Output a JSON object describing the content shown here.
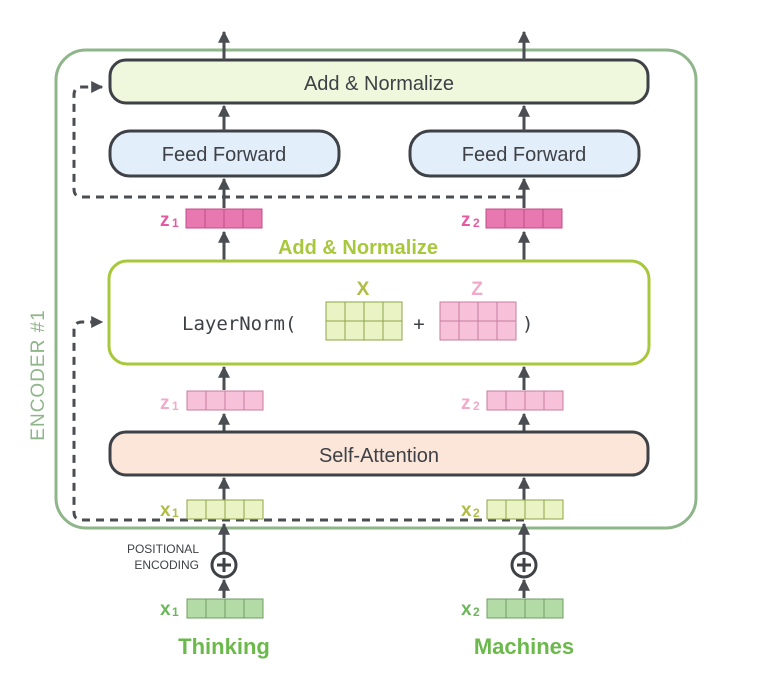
{
  "encoder_label": "ENCODER #1",
  "top_add_normalize": "Add & Normalize",
  "feed_forward_1": "Feed Forward",
  "feed_forward_2": "Feed Forward",
  "mid_add_normalize": "Add & Normalize",
  "layernorm_open": "LayerNorm(",
  "layernorm_plus": "+",
  "layernorm_close": ")",
  "x_label": "X",
  "z_label": "Z",
  "self_attention": "Self-Attention",
  "positional_encoding_line1": "POSITIONAL",
  "positional_encoding_line2": "ENCODING",
  "plus_symbol": "+",
  "vectors": {
    "z1_top": {
      "letter": "z",
      "sub": "1"
    },
    "z2_top": {
      "letter": "z",
      "sub": "2"
    },
    "z1_mid": {
      "letter": "z",
      "sub": "1"
    },
    "z2_mid": {
      "letter": "z",
      "sub": "2"
    },
    "x1_enc": {
      "letter": "x",
      "sub": "1"
    },
    "x2_enc": {
      "letter": "x",
      "sub": "2"
    },
    "x1_emb": {
      "letter": "x",
      "sub": "1"
    },
    "x2_emb": {
      "letter": "x",
      "sub": "2"
    }
  },
  "word_1": "Thinking",
  "word_2": "Machines",
  "colors": {
    "encoder_border": "#8fb58a",
    "encoder_label": "#8fb58a",
    "box_stroke": "#3e4146",
    "add_norm_fill": "#eff7dc",
    "feed_forward_fill": "#e3eefb",
    "self_attention_fill": "#fbe6d9",
    "layernorm_border": "#a8c83c",
    "mid_add_norm_text": "#a8c83c",
    "x_label": "#b0bd42",
    "z_label": "#f1a8c9",
    "z_top_text": "#e55aa0",
    "z_top_fill": "#e878b0",
    "z_mid_text": "#f2aaca",
    "z_mid_fill": "#f6c1d9",
    "x_enc_text": "#b0bd42",
    "x_enc_fill": "#e9f3c3",
    "x_emb_text": "#6bb85b",
    "x_emb_fill": "#b3dba5",
    "word": "#6ab94a",
    "arrow": "#4a4d52"
  }
}
